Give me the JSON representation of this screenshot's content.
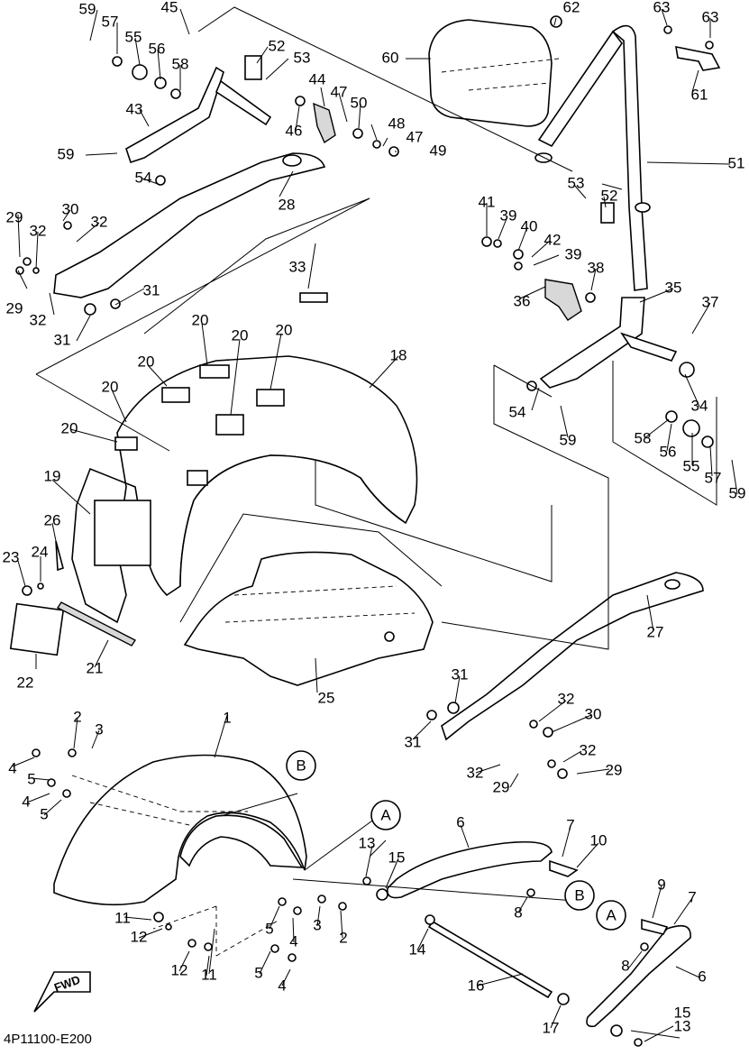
{
  "diagram": {
    "footer_code": "4P11100-E200",
    "fwd_label": "FWD",
    "ref_letters": {
      "a": "A",
      "b": "B"
    },
    "callouts": {
      "n1": "1",
      "n2": "2",
      "n3": "3",
      "n4": "4",
      "n5": "5",
      "n6": "6",
      "n7": "7",
      "n8": "8",
      "n9": "9",
      "n10": "10",
      "n11": "11",
      "n12": "12",
      "n13": "13",
      "n14": "14",
      "n15": "15",
      "n16": "16",
      "n17": "17",
      "n18": "18",
      "n19": "19",
      "n20": "20",
      "n21": "21",
      "n22": "22",
      "n23": "23",
      "n24": "24",
      "n25": "25",
      "n26": "26",
      "n27": "27",
      "n28": "28",
      "n29": "29",
      "n30": "30",
      "n31": "31",
      "n32": "32",
      "n33": "33",
      "n34": "34",
      "n35": "35",
      "n36": "36",
      "n37": "37",
      "n38": "38",
      "n39": "39",
      "n40": "40",
      "n41": "41",
      "n42": "42",
      "n43": "43",
      "n44": "44",
      "n45": "45",
      "n46": "46",
      "n47": "47",
      "n48": "48",
      "n49": "49",
      "n50": "50",
      "n51": "51",
      "n52": "52",
      "n53": "53",
      "n54": "54",
      "n55": "55",
      "n56": "56",
      "n57": "57",
      "n58": "58",
      "n59": "59",
      "n60": "60",
      "n61": "61",
      "n62": "62",
      "n63": "63"
    }
  }
}
